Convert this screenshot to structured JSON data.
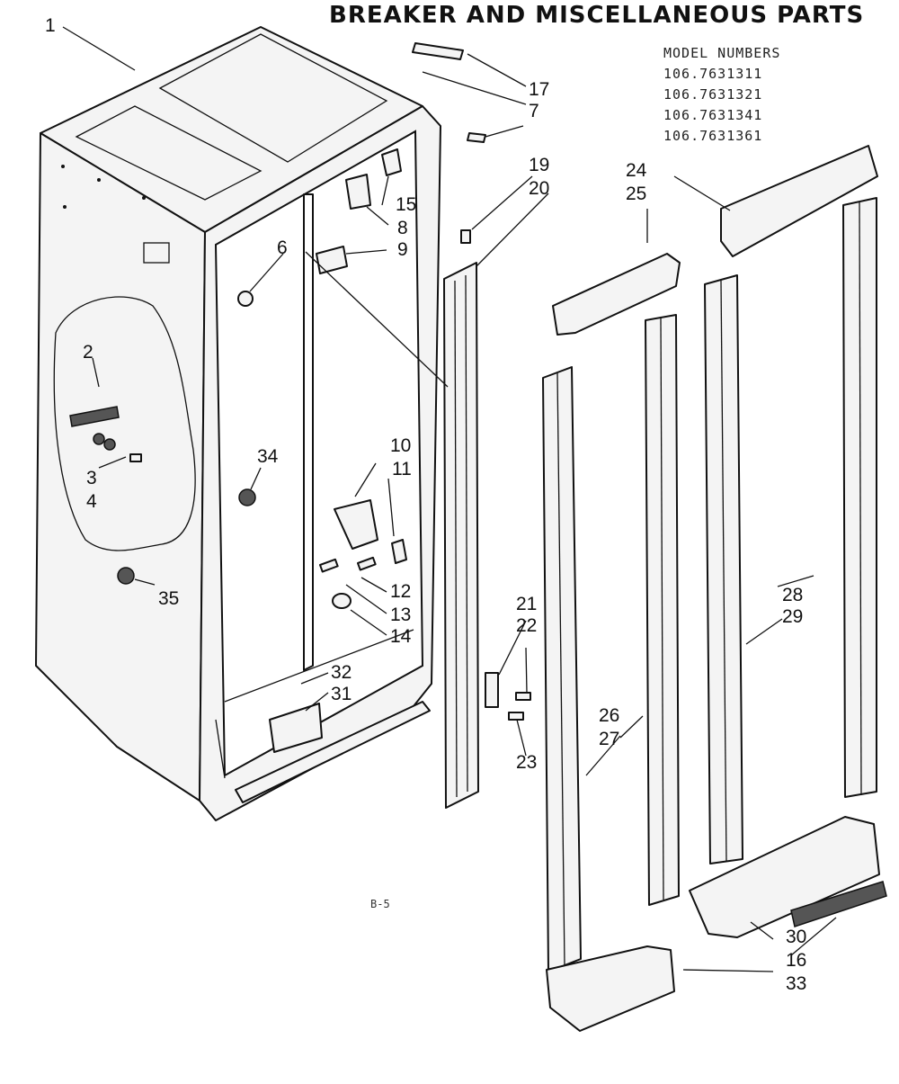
{
  "title": "BREAKER AND MISCELLANEOUS PARTS",
  "models": {
    "header": "MODEL NUMBERS",
    "numbers": [
      "106.7631311",
      "106.7631321",
      "106.7631341",
      "106.7631361"
    ]
  },
  "page_code": "B-5",
  "callouts": {
    "c1": "1",
    "c2": "2",
    "c3": "3",
    "c4": "4",
    "c6": "6",
    "c7": "7",
    "c8": "8",
    "c9": "9",
    "c10": "10",
    "c11": "11",
    "c12": "12",
    "c13": "13",
    "c14": "14",
    "c15": "15",
    "c16": "16",
    "c17": "17",
    "c19": "19",
    "c20": "20",
    "c21": "21",
    "c22": "22",
    "c23": "23",
    "c24": "24",
    "c25": "25",
    "c26": "26",
    "c27": "27",
    "c28": "28",
    "c29": "29",
    "c30": "30",
    "c31": "31",
    "c32": "32",
    "c33": "33",
    "c34": "34",
    "c35": "35"
  }
}
